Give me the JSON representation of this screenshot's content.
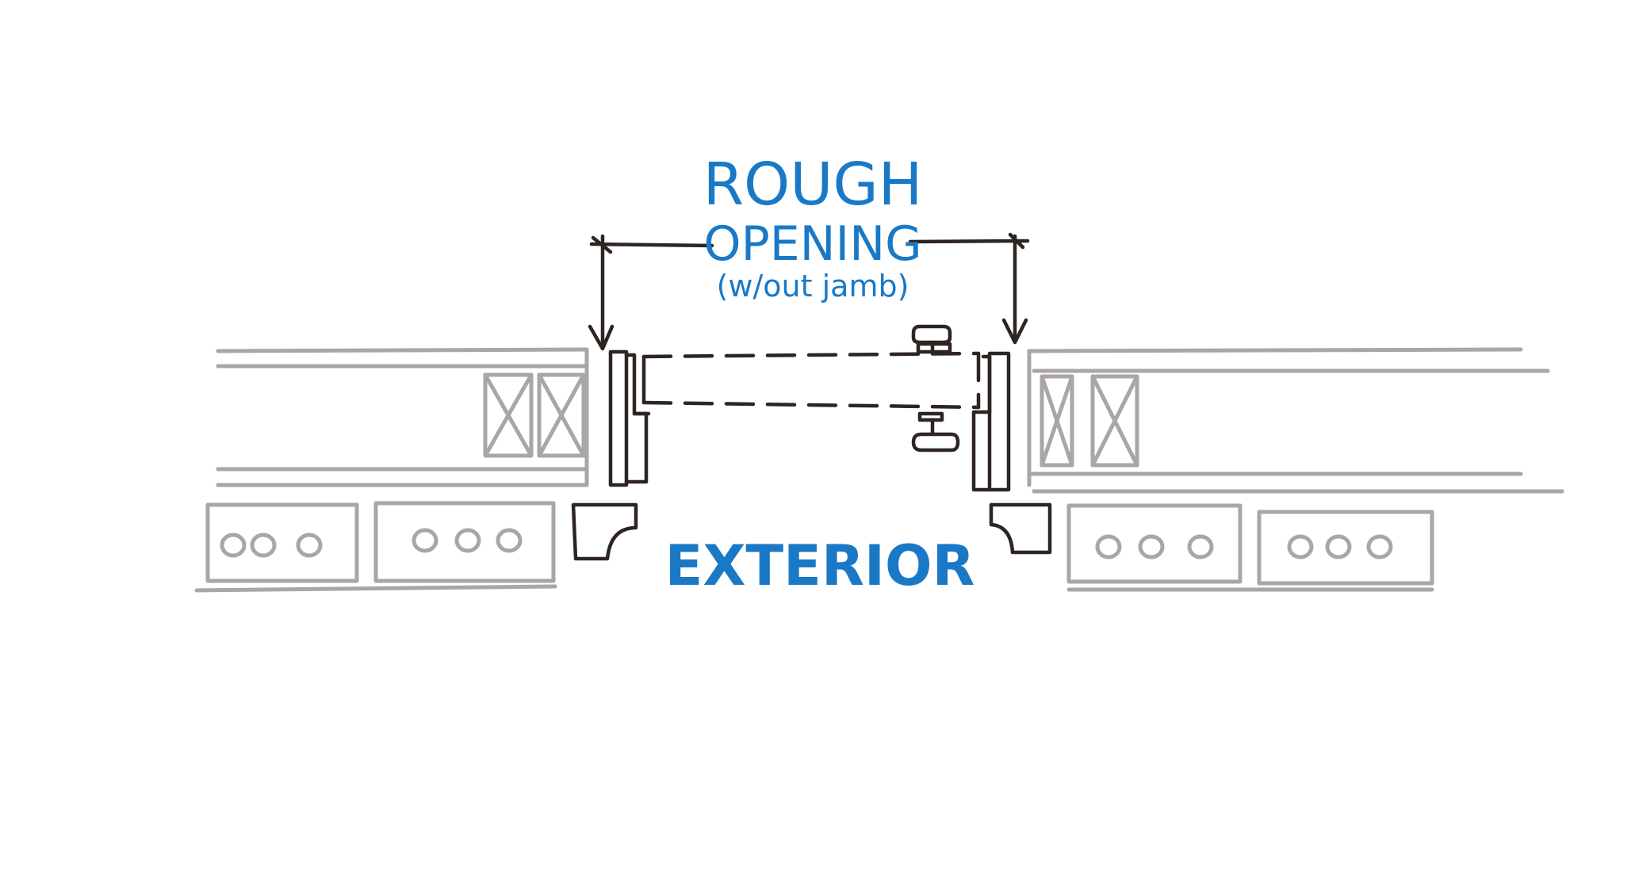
{
  "labels": {
    "rough": "ROUGH",
    "opening": "OPENING",
    "note": "(w/out jamb)",
    "exterior": "EXTERIOR"
  },
  "colors": {
    "accent": "#1a79c6",
    "ink": "#2e2523",
    "wall": "#a9a6a4"
  }
}
